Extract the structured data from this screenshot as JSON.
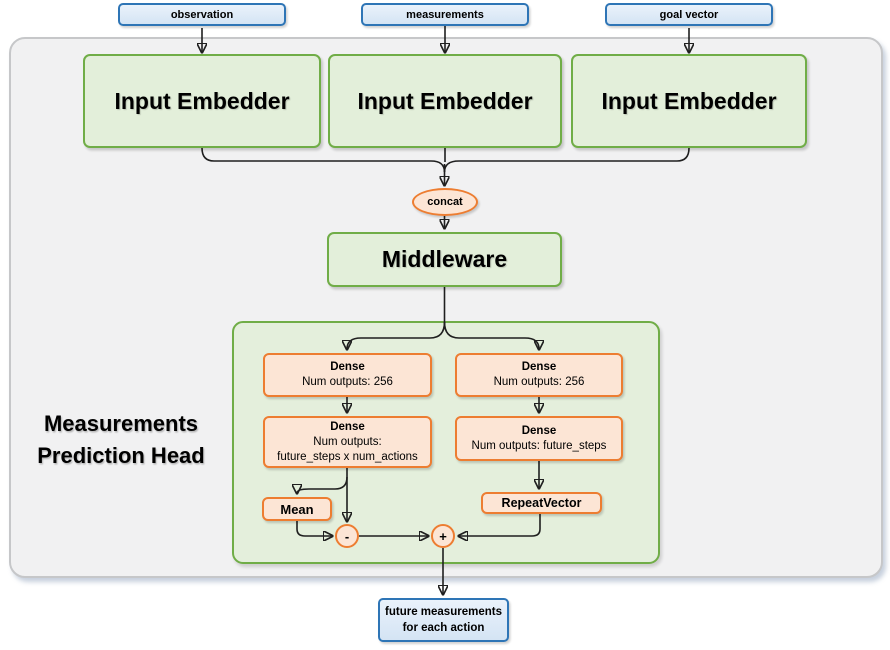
{
  "diagram": {
    "inputs": [
      "observation",
      "measurements",
      "goal vector"
    ],
    "embedders": [
      "Input Embedder",
      "Input Embedder",
      "Input Embedder"
    ],
    "concat": "concat",
    "middleware": "Middleware",
    "head": {
      "title": [
        "Measurements",
        "Prediction Head"
      ],
      "dense_left_top": [
        "Dense",
        "Num outputs: 256"
      ],
      "dense_right_top": [
        "Dense",
        "Num outputs: 256"
      ],
      "dense_left_bottom": [
        "Dense",
        "Num outputs:",
        "future_steps x num_actions"
      ],
      "dense_right_bottom": [
        "Dense",
        "Num outputs: future_steps"
      ],
      "mean": "Mean",
      "repeat_vector": "RepeatVector",
      "minus": "-",
      "plus": "+"
    },
    "output": [
      "future measurements",
      "for each action"
    ],
    "colors": {
      "blue_border": "#2E75B6",
      "green_border": "#70AD47",
      "green_fill": "#E3EFDA",
      "orange_border": "#ED7D31",
      "orange_fill": "#FCE5D5",
      "container_fill": "#F1F1F2",
      "container_border": "#C6C7C9",
      "line": "#1F1F1F"
    }
  }
}
